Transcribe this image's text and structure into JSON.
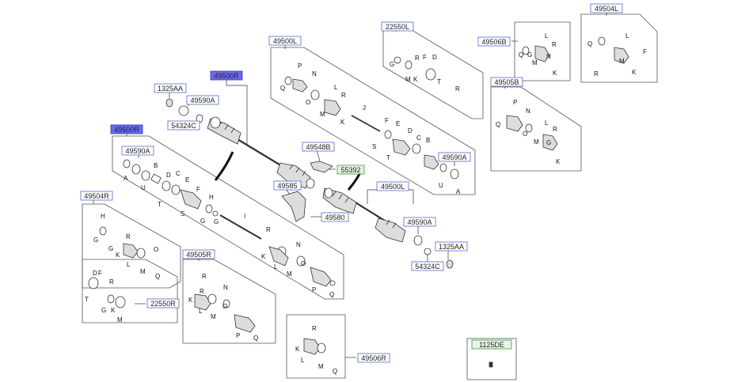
{
  "diagram": {
    "labels": {
      "shaft_rh_highlight": "49500R",
      "shaft_lh_highlight": "49500R",
      "c1325aa_top": "1325AA",
      "c49590a_top": "49590A",
      "c54324c_top": "54324C",
      "c49590a_left": "49590A",
      "c49504r": "49504R",
      "c22550r": "22550R",
      "c49505r": "49505R",
      "c49506r": "49506R",
      "c49500l_top": "49500L",
      "c22550l": "22550L",
      "c49506b": "49506B",
      "c49504l": "49504L",
      "c49505b": "49505B",
      "c49548b": "49548B",
      "c55392": "55392",
      "c49585": "49585",
      "c49580": "49580",
      "c49590a_right": "49590A",
      "c49500l_mid": "49500L",
      "c49590a_mid": "49590A",
      "c1325aa_mid": "1325AA",
      "c54324c_mid": "54324C",
      "c1125de": "1125DE"
    },
    "colors": {
      "highlight_fill": "#6b6bef",
      "label_border": "#5566cc",
      "green_label_border": "#3a9a3a",
      "green_label_fill": "#e6f4e6"
    }
  }
}
